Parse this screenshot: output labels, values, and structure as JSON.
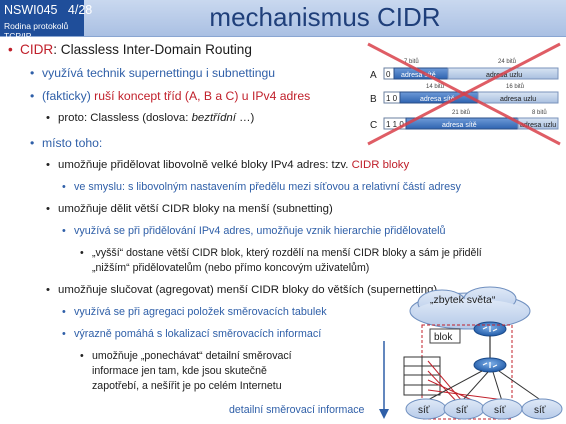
{
  "header": {
    "course_code": "NSWI045",
    "slide_number": "4/28",
    "course_name": "Rodina protokolů TCP/IP",
    "title": "mechanismus CIDR"
  },
  "content": {
    "b1_term": "CIDR",
    "b1_rest": ": Classless Inter-Domain Routing",
    "b1_sub1": "využívá technik supernettingu i subnettingu",
    "b1_sub2_a": "(fakticky) ",
    "b1_sub2_b": "ruší koncept tříd (A, B a C) u IPv4 adres",
    "b1_sub2_sub1_a": "proto: Classless (doslova: ",
    "b1_sub2_sub1_b": "beztřídní",
    "b1_sub2_sub1_c": " …)",
    "b1_sub3": "místo toho:",
    "p1_a": "umožňuje přidělovat libovolně velké bloky IPv4 adres: tzv. ",
    "p1_b": "CIDR bloky",
    "p1_sub": "ve smyslu: s libovolným nastavením předělu mezi síťovou a relativní částí adresy",
    "p2": "umožňuje dělit větší CIDR bloky na menší (subnetting)",
    "p2_sub": "využívá se při přidělování IPv4 adres, umožňuje vznik hierarchie přidělovatelů",
    "p2_sub_sub1": "„vyšší“ dostane větší CIDR blok, který rozdělí na menší CIDR bloky a sám je přidělí",
    "p2_sub_sub2": "„nižším“ přidělovatelům (nebo přímo koncovým uživatelům)",
    "p3": "umožňuje slučovat (agregovat) menší CIDR bloky do větších (supernetting)",
    "p3_sub1": "využívá se při agregaci položek směrovacích tabulek",
    "p3_sub2": "výrazně pomáhá s lokalizací směrovacích informací",
    "p3_sub2_sub1": "umožňuje „ponechávat“ detailní směrovací",
    "p3_sub2_sub2": "informace jen tam, kde jsou skutečně",
    "p3_sub2_sub3": "zapotřebí, a nešířit je po celém Internetu"
  },
  "class_diagram": {
    "rows": [
      {
        "label": "A",
        "bits": "0",
        "left_bits": "7 bitů",
        "right_bits": "24 bitů",
        "left_part": "adresa sítě",
        "right_part": "adresa uzlu"
      },
      {
        "label": "B",
        "bits": "1 0",
        "left_bits": "14 bitů",
        "right_bits": "16 bitů",
        "left_part": "adresa sítě",
        "right_part": "adresa uzlu"
      },
      {
        "label": "C",
        "bits": "1 1 0",
        "left_bits": "21 bitů",
        "right_bits": "8 bitů",
        "left_part": "adresa sítě",
        "right_part": "adresa uzlu"
      }
    ]
  },
  "network_diagram": {
    "cloud_label": "„zbytek světa“",
    "block_label": "blok",
    "nets": [
      "síť",
      "síť",
      "síť",
      "síť"
    ],
    "axis_label": "detailní směrovací informace"
  },
  "colors": {
    "accent": "#c0202b",
    "blue_text": "#2f5fa8",
    "header_dark": "#1f4e9a"
  }
}
